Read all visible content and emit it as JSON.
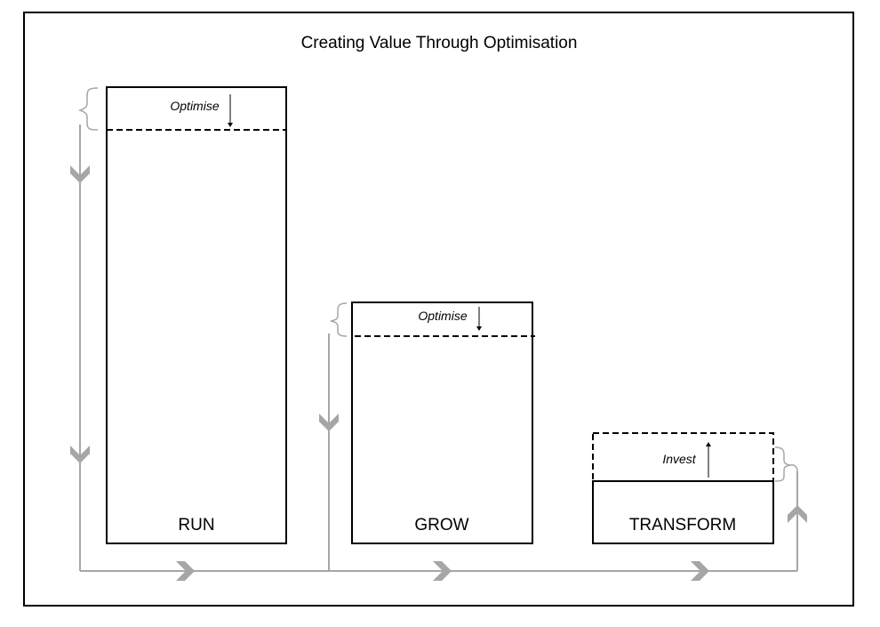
{
  "diagram": {
    "title": "Creating Value Through Optimisation",
    "bars": {
      "run": {
        "label": "RUN",
        "annotation": "Optimise"
      },
      "grow": {
        "label": "GROW",
        "annotation": "Optimise"
      },
      "transform": {
        "label": "TRANSFORM",
        "annotation": "Invest"
      }
    }
  },
  "colors": {
    "border": "#000000",
    "flow": "#a6a6a6"
  }
}
